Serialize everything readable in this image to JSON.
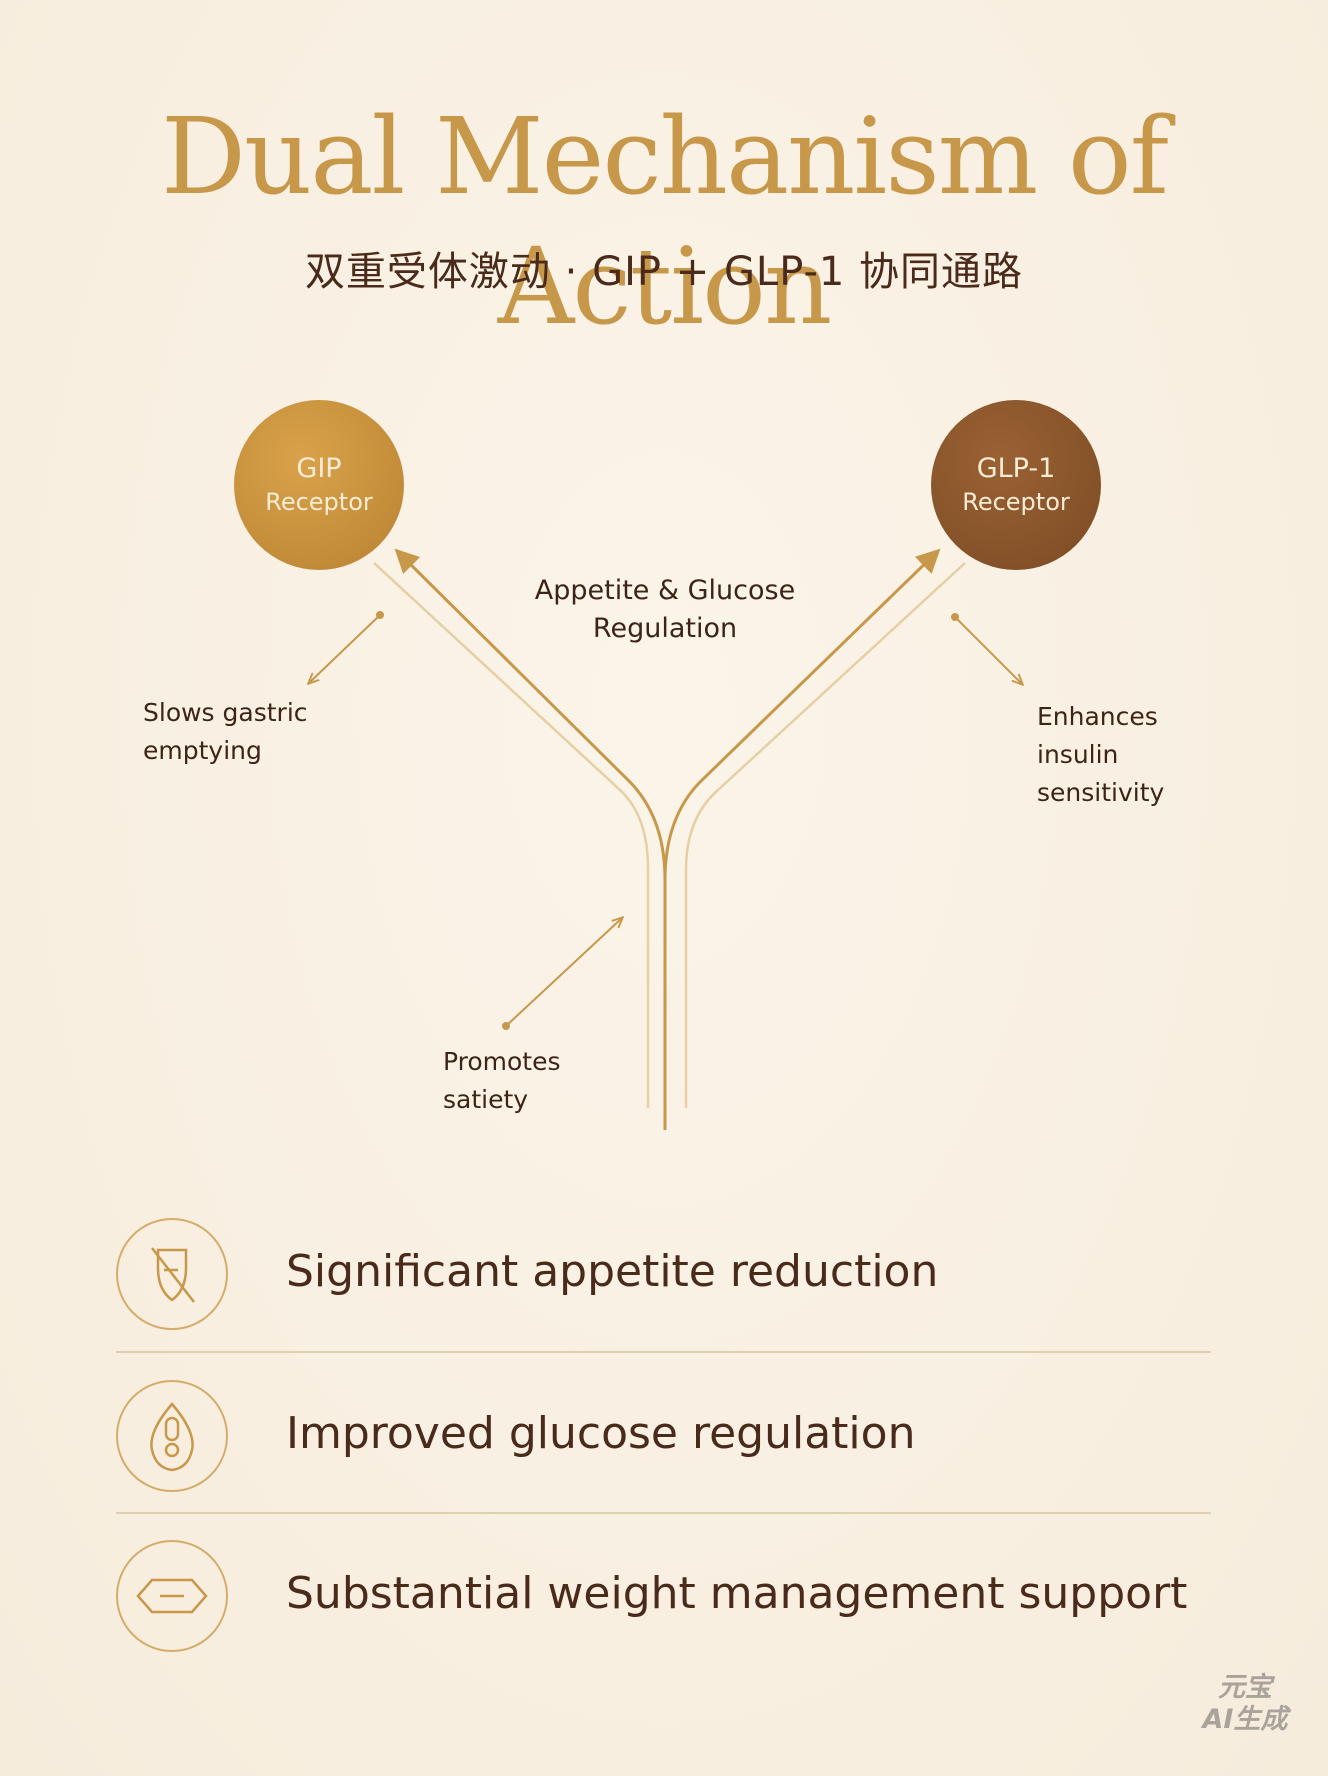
{
  "title": "Dual Mechanism of Action",
  "subtitle": "双重受体激动 · GIP + GLP-1 协同通路",
  "receptors": {
    "gip": {
      "name": "GIP",
      "sub": "Receptor"
    },
    "glp1": {
      "name": "GLP-1",
      "sub": "Receptor"
    }
  },
  "center_label": {
    "line1": "Appetite & Glucose",
    "line2": "Regulation"
  },
  "effects": {
    "left": {
      "line1": "Slows gastric",
      "line2": "emptying"
    },
    "right": {
      "line1": "Enhances",
      "line2": "insulin",
      "line3": "sensitivity"
    },
    "bottom": {
      "line1": "Promotes",
      "line2": "satiety"
    }
  },
  "features": [
    {
      "label": "Significant appetite reduction",
      "icon": "no-food-icon"
    },
    {
      "label": "Improved glucose regulation",
      "icon": "glucose-drop-icon"
    },
    {
      "label": "Substantial weight management support",
      "icon": "weight-band-icon"
    }
  ],
  "colors": {
    "gold": "#c7984a",
    "gip": "#c28a3a",
    "glp1": "#84512a",
    "text": "#4a2a1a"
  },
  "watermark": {
    "line1": "元宝",
    "line2": "AI生成"
  }
}
